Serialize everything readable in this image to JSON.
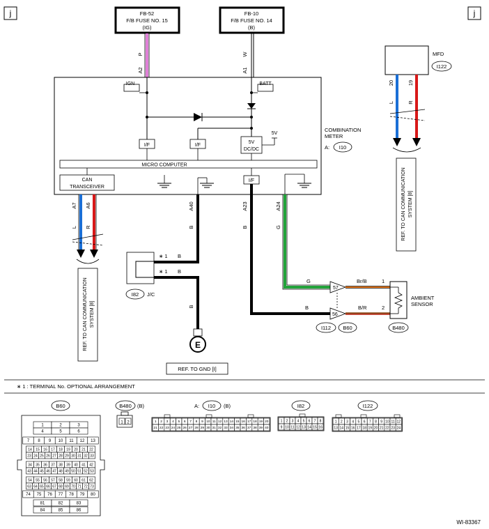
{
  "page_letter": "j",
  "fuses": {
    "left": {
      "line1": "FB-52",
      "line2": "F/B FUSE NO. 15",
      "line3": "(IG)"
    },
    "right": {
      "line1": "FB-10",
      "line2": "F/B FUSE NO. 14",
      "line3": "(B)"
    }
  },
  "wire_labels": {
    "p": "P",
    "a2": "A2",
    "w": "W",
    "a1": "A1",
    "a7": "A7",
    "a6": "A6",
    "l_left": "L",
    "r_left": "R",
    "a40": "A40",
    "a23": "A23",
    "a24": "A24",
    "b_a40": "B",
    "b_a23": "B",
    "g_a24": "G",
    "star1": "∗ 1",
    "b_jc1": "B",
    "star2": "∗ 1",
    "b_jc2": "B",
    "b_ground": "B",
    "g_horiz": "G",
    "b_horiz": "B",
    "brb": "Br/B",
    "br_r": "B/R",
    "pin1": "1",
    "pin2": "2",
    "pin57": "57",
    "pin56": "56",
    "mfd20": "20",
    "mfd19": "19",
    "mfd_l": "L",
    "mfd_r": "R"
  },
  "meter": {
    "ign": "IGN",
    "batt": "BATT",
    "if1": "I/F",
    "if2": "I/F",
    "if3": "I/F",
    "vreg_5v": "5V",
    "vreg_dcdc": "DC/DC",
    "five_v": "5V",
    "micro": "MICRO COMPUTER",
    "can1": "CAN",
    "can2": "TRANSCEIVER",
    "title1": "COMBINATION",
    "title2": "METER",
    "conn_prefix": "A:",
    "conn_id": "I10"
  },
  "mfd": {
    "label": "MFD",
    "conn": "I122"
  },
  "jc": {
    "conn": "I82",
    "label": "J/C"
  },
  "ground": {
    "symbol": "E",
    "ref": "REF. TO GND [I]"
  },
  "can_ref": {
    "line1": "REF. TO CAN COMMUNICATION",
    "line2": "SYSTEM [8]"
  },
  "ambient": {
    "line1": "AMBIENT",
    "line2": "SENSOR",
    "conn": "B480"
  },
  "connectors_mid": {
    "i112": "I112",
    "b60": "B60"
  },
  "footnote": "∗ 1 : TERMINAL No. OPTIONAL ARRANGEMENT",
  "bottom": {
    "b60_label": "B60",
    "b480_label": "B480",
    "b480_suffix": "(B)",
    "b480_pins": [
      "1",
      "2"
    ],
    "i10_prefix": "A:",
    "i10_label": "I10",
    "i10_suffix": "(B)",
    "i82_label": "I82",
    "i122_label": "I122",
    "b60_rows": [
      [
        "1",
        "2",
        "3"
      ],
      [
        "4",
        "5",
        "6"
      ],
      [
        "7",
        "8",
        "9",
        "10",
        "11",
        "12",
        "13"
      ],
      [
        "14",
        "15",
        "16",
        "17",
        "18",
        "19",
        "20",
        "21",
        "22"
      ],
      [
        "23",
        "24",
        "25",
        "26",
        "27",
        "28",
        "29",
        "30",
        "31",
        "32",
        "33"
      ],
      [
        "34",
        "35",
        "36",
        "37",
        "38",
        "39",
        "40",
        "41",
        "42"
      ],
      [
        "43",
        "44",
        "45",
        "46",
        "47",
        "48",
        "49",
        "50",
        "51",
        "52",
        "53"
      ],
      [
        "54",
        "55",
        "56",
        "57",
        "58",
        "59",
        "60",
        "61",
        "62"
      ],
      [
        "63",
        "64",
        "65",
        "66",
        "67",
        "68",
        "69",
        "70",
        "71",
        "72",
        "73"
      ],
      [
        "74",
        "75",
        "76",
        "77",
        "78",
        "79",
        "80"
      ],
      [
        "81",
        "82",
        "83"
      ],
      [
        "84",
        "85",
        "86"
      ]
    ],
    "i10_rows": [
      [
        "1",
        "2",
        "3",
        "4",
        "5",
        "6",
        "7",
        "8",
        "9",
        "10",
        "11",
        "12",
        "13",
        "14",
        "15",
        "16",
        "17",
        "18",
        "19",
        "20"
      ],
      [
        "21",
        "22",
        "23",
        "24",
        "25",
        "26",
        "27",
        "28",
        "29",
        "30",
        "31",
        "32",
        "33",
        "34",
        "35",
        "36",
        "37",
        "38",
        "39",
        "40"
      ]
    ],
    "i82_rows": [
      [
        "1",
        "2",
        "3",
        "4",
        "5",
        "6",
        "7",
        "8"
      ],
      [
        "9",
        "10",
        "11",
        "12",
        "13",
        "14",
        "15",
        "16"
      ]
    ],
    "i122_rows": [
      [
        "1",
        "2",
        "3",
        "4",
        "5",
        "6",
        "7",
        "8",
        "9",
        "10",
        "11",
        "12"
      ],
      [
        "13",
        "14",
        "15",
        "16",
        "17",
        "18",
        "19",
        "20",
        "21",
        "22",
        "23",
        "24"
      ]
    ]
  },
  "doc_id": "WI-83367",
  "colors": {
    "pink": "#e07fd8",
    "blue": "#1a6fd6",
    "red": "#d81818",
    "green": "#22a33a",
    "brown": "#8a4a1c",
    "orange": "#e0731a"
  }
}
